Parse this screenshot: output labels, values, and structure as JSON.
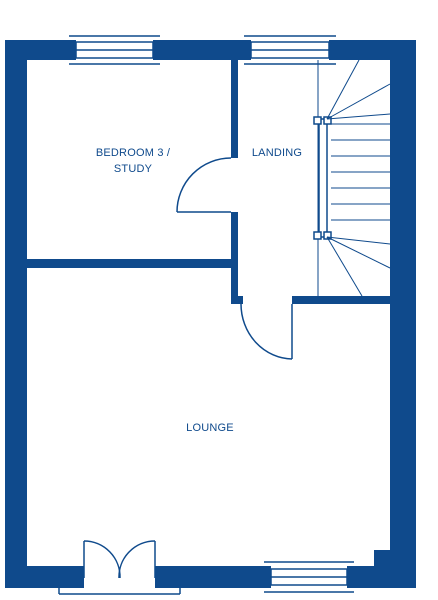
{
  "colors": {
    "wall": "#0f4a8c",
    "line": "#0f4a8c",
    "background": "#ffffff"
  },
  "rooms": {
    "bedroom": {
      "line1": "BEDROOM 3 /",
      "line2": "STUDY"
    },
    "landing": {
      "label": "LANDING"
    },
    "lounge": {
      "label": "LOUNGE"
    }
  }
}
